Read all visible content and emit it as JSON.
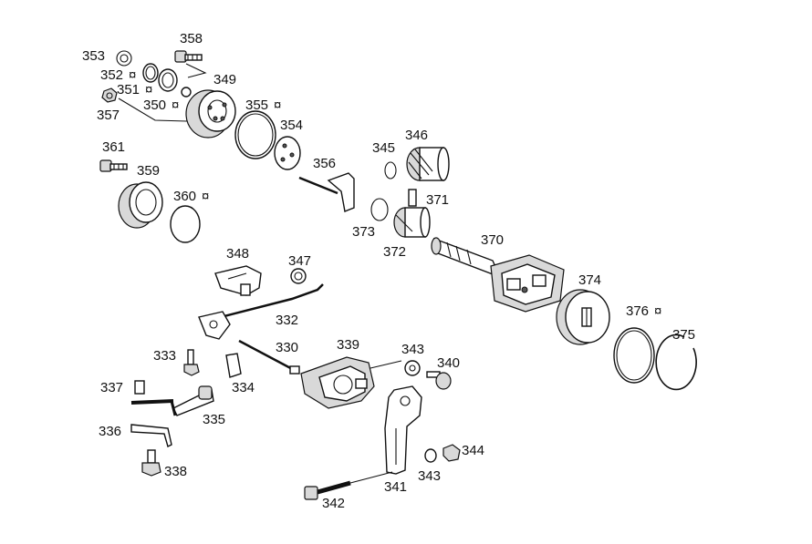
{
  "labels": {
    "p330": "330",
    "p332": "332",
    "p333": "333",
    "p334": "334",
    "p335": "335",
    "p336": "336",
    "p337": "337",
    "p338": "338",
    "p339": "339",
    "p340": "340",
    "p341": "341",
    "p342": "342",
    "p343a": "343",
    "p343b": "343",
    "p344": "344",
    "p345": "345",
    "p346": "346",
    "p347": "347",
    "p348": "348",
    "p349": "349",
    "p350": "350",
    "p351": "351",
    "p352": "352",
    "p353": "353",
    "p354": "354",
    "p355": "355",
    "p356": "356",
    "p357": "357",
    "p358": "358",
    "p359": "359",
    "p360": "360",
    "p361": "361",
    "p370": "370",
    "p371": "371",
    "p372": "372",
    "p373": "373",
    "p374": "374",
    "p375": "375",
    "p376": "376"
  },
  "marker_glyph": "¤"
}
